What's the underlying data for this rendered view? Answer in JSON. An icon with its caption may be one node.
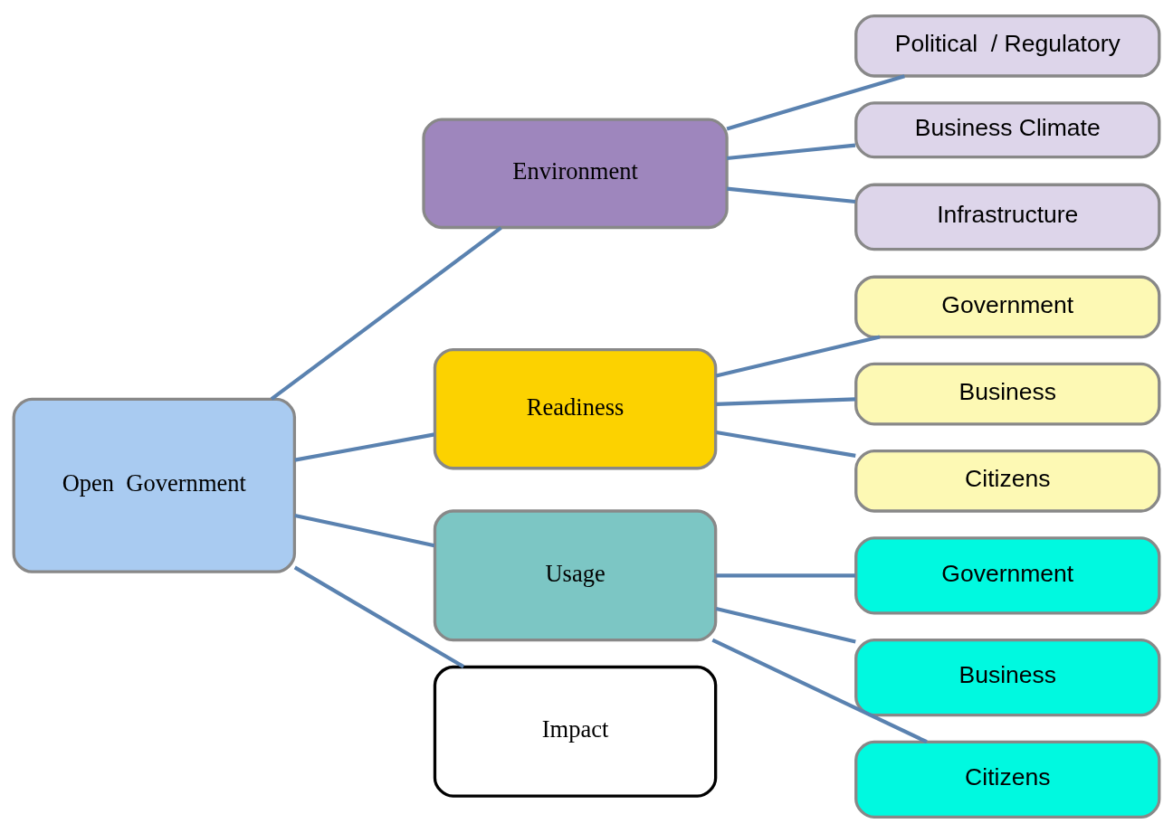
{
  "diagram": {
    "nodes": [
      {
        "text": [
          "Open  Government"
        ]
      },
      {
        "text": [
          "Environment"
        ]
      },
      {
        "text": [
          "Political  / Regulatory"
        ]
      },
      {
        "text": [
          "Business Climate"
        ]
      },
      {
        "text": [
          "Infrastructure"
        ]
      },
      {
        "text": [
          "Readiness"
        ]
      },
      {
        "text": [
          "Government"
        ]
      },
      {
        "text": [
          "Business"
        ]
      },
      {
        "text": [
          "Citizens"
        ]
      },
      {
        "text": [
          "Usage"
        ]
      },
      {
        "text": [
          "Government"
        ]
      },
      {
        "text": [
          "Business"
        ]
      },
      {
        "text": [
          "Citizens"
        ]
      },
      {
        "text": [
          "Impact"
        ]
      }
    ],
    "edges": [
      {
        "from": 0,
        "to": 1,
        "arrow": "none"
      },
      {
        "from": 0,
        "to": 5,
        "arrow": "none"
      },
      {
        "from": 0,
        "to": 9,
        "arrow": "none"
      },
      {
        "from": 0,
        "to": 13,
        "arrow": "none"
      },
      {
        "from": 1,
        "to": 2,
        "arrow": "none"
      },
      {
        "from": 1,
        "to": 3,
        "arrow": "none"
      },
      {
        "from": 1,
        "to": 4,
        "arrow": "none"
      },
      {
        "from": 5,
        "to": 6,
        "arrow": "none"
      },
      {
        "from": 5,
        "to": 7,
        "arrow": "none"
      },
      {
        "from": 5,
        "to": 8,
        "arrow": "none"
      },
      {
        "from": 9,
        "to": 10,
        "arrow": "none"
      },
      {
        "from": 9,
        "to": 11,
        "arrow": "none"
      },
      {
        "from": 9,
        "to": 12,
        "arrow": "none"
      }
    ]
  }
}
